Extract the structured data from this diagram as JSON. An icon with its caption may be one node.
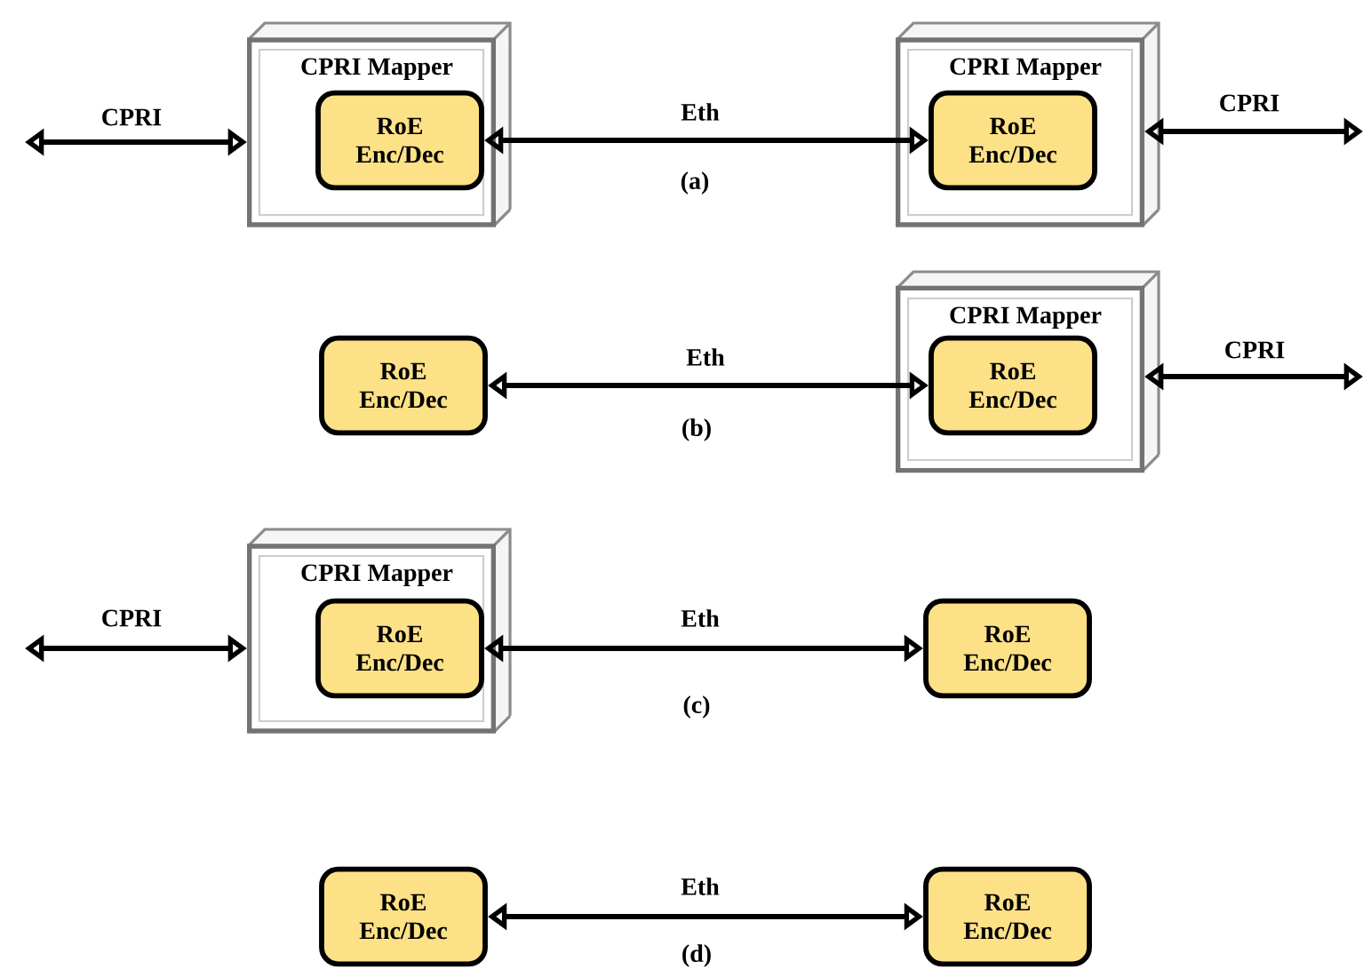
{
  "diagram": {
    "nodes": [
      {
        "text": [
          "CPRI Mapper"
        ]
      },
      {
        "text": [
          "RoE Enc/Dec"
        ],
        "in": 0
      },
      {
        "text": [
          "CPRI Mapper"
        ]
      },
      {
        "text": [
          "RoE Enc/Dec"
        ],
        "in": 2
      },
      {
        "text": [
          "RoE Enc/Dec"
        ]
      },
      {
        "text": [
          "CPRI Mapper"
        ]
      },
      {
        "text": [
          "RoE Enc/Dec"
        ],
        "in": 5
      },
      {
        "text": [
          "CPRI Mapper"
        ]
      },
      {
        "text": [
          "RoE Enc/Dec"
        ],
        "in": 7
      },
      {
        "text": [
          "RoE Enc/Dec"
        ]
      },
      {
        "text": [
          "RoE Enc/Dec"
        ]
      },
      {
        "text": [
          "RoE Enc/Dec"
        ]
      }
    ],
    "edges": [
      {
        "from": null,
        "to": 0,
        "arrow": "both",
        "label": "CPRI"
      },
      {
        "from": 1,
        "to": 3,
        "arrow": "both",
        "label": "Eth"
      },
      {
        "from": 2,
        "to": null,
        "arrow": "both",
        "label": "CPRI"
      },
      {
        "from": 4,
        "to": 6,
        "arrow": "both",
        "label": "Eth"
      },
      {
        "from": 5,
        "to": null,
        "arrow": "both",
        "label": "CPRI"
      },
      {
        "from": null,
        "to": 7,
        "arrow": "both",
        "label": "CPRI"
      },
      {
        "from": 8,
        "to": 9,
        "arrow": "both",
        "label": "Eth"
      },
      {
        "from": 10,
        "to": 11,
        "arrow": "both",
        "label": "Eth"
      }
    ],
    "labels": [
      "(a)",
      "(b)",
      "(c)",
      "(d)"
    ]
  }
}
